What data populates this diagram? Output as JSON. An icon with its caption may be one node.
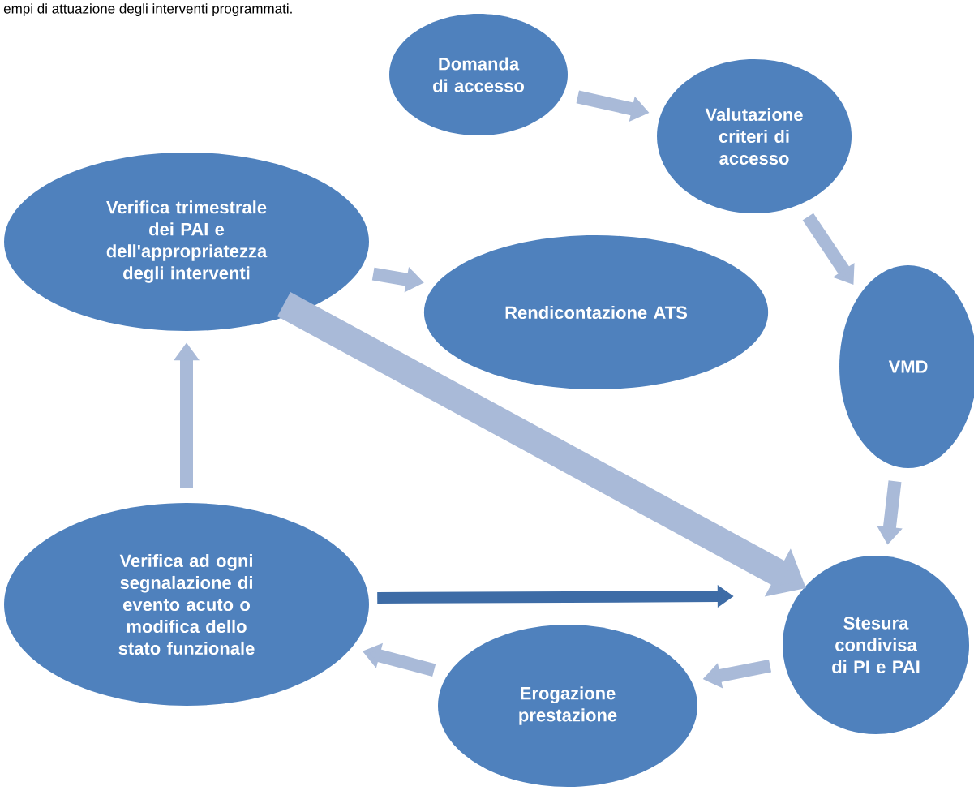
{
  "diagram": {
    "nodes": [
      {
        "text": [
          "Domanda di accesso"
        ]
      },
      {
        "text": [
          "Valutazione criteri di accesso"
        ]
      },
      {
        "text": [
          "Verifica trimestrale dei PAI e dell'appropriatezza degli interventi"
        ]
      },
      {
        "text": [
          "Rendicontazione ATS"
        ]
      },
      {
        "text": [
          "VMD"
        ]
      },
      {
        "text": [
          "Stesura condivisa di PI e PAI"
        ]
      },
      {
        "text": [
          "Erogazione prestazione"
        ]
      },
      {
        "text": [
          "Verifica ad ogni segnalazione di evento acuto o modifica dello stato funzionale"
        ]
      }
    ],
    "edges": [
      {
        "from": 0,
        "to": 1,
        "arrow": "to"
      },
      {
        "from": 1,
        "to": 4,
        "arrow": "to"
      },
      {
        "from": 4,
        "to": 5,
        "arrow": "to"
      },
      {
        "from": 5,
        "to": 6,
        "arrow": "to"
      },
      {
        "from": 6,
        "to": 7,
        "arrow": "to"
      },
      {
        "from": 7,
        "to": 2,
        "arrow": "to"
      },
      {
        "from": 2,
        "to": 3,
        "arrow": "to"
      },
      {
        "from": 2,
        "to": 5,
        "arrow": "to",
        "style": "thick"
      },
      {
        "from": 7,
        "to": 5,
        "arrow": "to",
        "color": "#3e6ca6"
      }
    ],
    "labels": [
      "empi di attuazione degli interventi programmati."
    ]
  }
}
